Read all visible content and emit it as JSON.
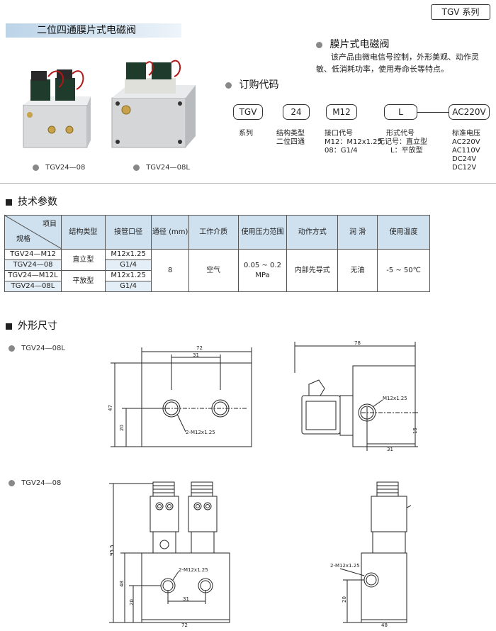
{
  "series_tag": "TGV 系列",
  "title": "二位四通膜片式电磁阀",
  "photos": [
    {
      "caption": "TGV24—08"
    },
    {
      "caption": "TGV24—08L"
    }
  ],
  "intro": {
    "heading": "膜片式电磁阀",
    "line1": "该产品由微电信号控制，外形美观、动作灵",
    "line2": "敏、低消耗功率，使用寿命长等特点。"
  },
  "order_code": {
    "heading": "订购代码",
    "boxes": [
      "TGV",
      "24",
      "M12",
      "L",
      "AC220V"
    ],
    "desc": [
      [
        "系列"
      ],
      [
        "结构类型",
        "二位四通"
      ],
      [
        "接口代号",
        "M12：M12x1.25",
        "08：G1/4"
      ],
      [
        "形式代号",
        "无记号：直立型",
        "L：平放型"
      ],
      [
        "标准电压",
        "AC220V",
        "AC110V",
        "DC24V",
        "DC12V"
      ]
    ]
  },
  "tech": {
    "heading": "技术参数",
    "corner_top": "项目",
    "corner_bottom": "规格",
    "headers": [
      "结构类型",
      "接管口径",
      "通径 (mm)",
      "工作介质",
      "使用压力范围",
      "动作方式",
      "润  滑",
      "使用温度"
    ],
    "rows": [
      {
        "model": "TGV24—M12",
        "port": "M12x1.25"
      },
      {
        "model": "TGV24—08",
        "port": "G1/4"
      },
      {
        "model": "TGV24—M12L",
        "port": "M12x1.25"
      },
      {
        "model": "TGV24—08L",
        "port": "G1/4"
      }
    ],
    "type_upright": "直立型",
    "type_flat": "平放型",
    "bore": "8",
    "medium": "空气",
    "pressure_line1": "0.05 ~ 0.2",
    "pressure_line2": "MPa",
    "action": "内部先导式",
    "lubrication": "无油",
    "temperature": "-5 ~ 50℃"
  },
  "dims": {
    "heading": "外形尺寸",
    "label_08l": "TGV24—08L",
    "label_08": "TGV24—08",
    "d08l_front": {
      "w": "72",
      "hole": "31",
      "h": "47",
      "h2": "20",
      "port": "2-M12x1.25"
    },
    "d08l_side": {
      "w": "78",
      "port": "M12x1.25",
      "h": "15",
      "x": "31"
    },
    "d08_front": {
      "h": "95.5",
      "h2": "48",
      "h3": "20",
      "port": "2-M12x1.25",
      "hole": "31",
      "w": "72"
    },
    "d08_side": {
      "port": "2-M12x1.25",
      "h": "20",
      "w": "48"
    }
  }
}
